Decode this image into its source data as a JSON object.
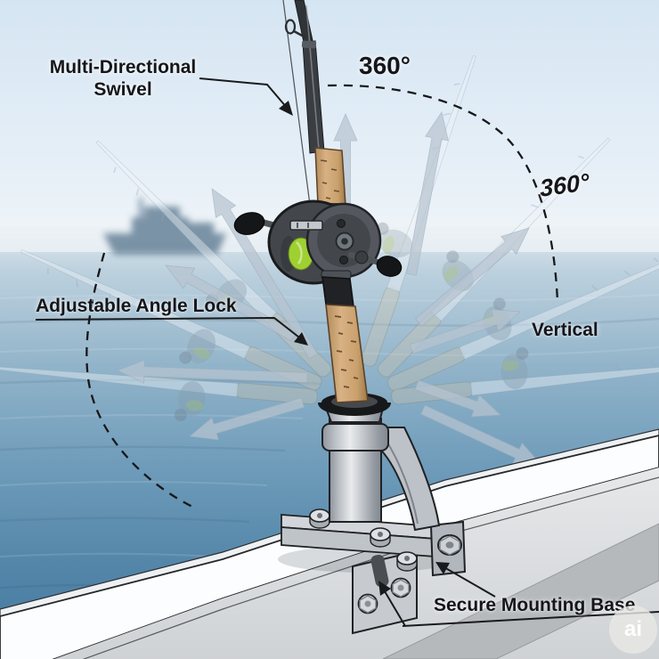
{
  "labels": {
    "multi_directional_swivel": {
      "line1": "Multi-Directional",
      "line2": "Swivel"
    },
    "rotation_arc_top": "360°",
    "rotation_arc_right": "360°",
    "adjustable_angle_lock": "Adjustable Angle Lock",
    "vertical": "Vertical",
    "secure_mounting_base": "Secure Mounting Base"
  },
  "watermark": {
    "text": "ai"
  },
  "colors": {
    "sky_top": "#d7e6f2",
    "water_deep": "#41799f",
    "water_light": "#b8cddb",
    "rail_white": "#fcfdfe",
    "metal_gray": "#c6cacf",
    "cork_tan": "#cfa873",
    "reel_green": "#9ed032",
    "ghost_arrow": "#b7c4d0",
    "label_text": "#16161a"
  }
}
